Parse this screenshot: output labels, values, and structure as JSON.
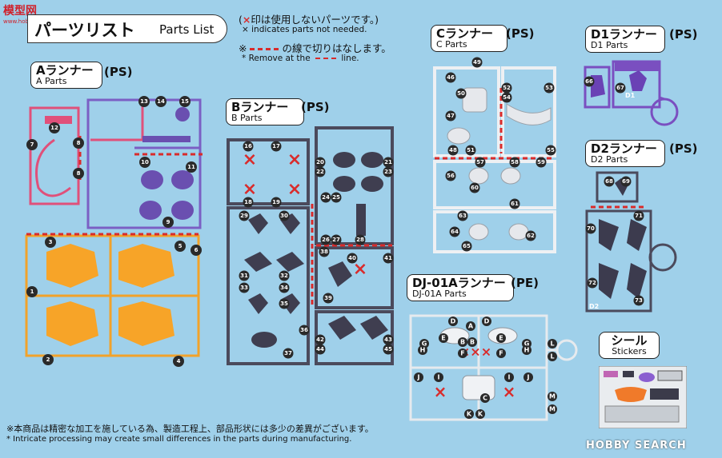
{
  "watermark": {
    "logo_cn": "模型网",
    "url": "www.hobbyshow.com.cn",
    "brand": "HOBBY SEARCH"
  },
  "header": {
    "title_jp": "パーツリスト",
    "title_en": "Parts List"
  },
  "notes": {
    "x_jp": "印は使用しないパーツです。",
    "x_en": "× indicates parts not needed.",
    "cut_jp": "の線で切りはなします。",
    "cut_en": "* Remove at the",
    "cut_en_tail": "line.",
    "footer_jp": "※本商品は精密な加工を施している為、製造工程上、部品形状には多少の差異がございます。",
    "footer_en": "* Intricate processing may create small differences in the parts during manufacturing."
  },
  "runners": {
    "A": {
      "jp": "Aランナー",
      "en": "A Parts",
      "type": "(PS)",
      "color": "#f5a623",
      "numbers": [
        "1",
        "2",
        "3",
        "4",
        "5",
        "6",
        "7",
        "8",
        "8",
        "9",
        "10",
        "11",
        "12",
        "13",
        "14",
        "15"
      ]
    },
    "B": {
      "jp": "Bランナー",
      "en": "B Parts",
      "type": "(PS)",
      "color": "#4b4a5c",
      "numbers": [
        "16",
        "17",
        "18",
        "19",
        "20",
        "21",
        "22",
        "23",
        "24",
        "25",
        "26",
        "27",
        "28",
        "29",
        "30",
        "31",
        "32",
        "33",
        "34",
        "35",
        "36",
        "37",
        "38",
        "39",
        "40",
        "41",
        "42",
        "43",
        "44",
        "45"
      ]
    },
    "C": {
      "jp": "Cランナー",
      "en": "C Parts",
      "type": "(PS)",
      "color": "#c8ccd4",
      "numbers": [
        "46",
        "47",
        "48",
        "49",
        "50",
        "51",
        "52",
        "53",
        "54",
        "55",
        "56",
        "57",
        "58",
        "59",
        "60",
        "61",
        "62",
        "63",
        "64",
        "65"
      ]
    },
    "D1": {
      "jp": "D1ランナー",
      "en": "D1 Parts",
      "type": "(PS)",
      "color": "#7a4fc0",
      "numbers": [
        "66",
        "67"
      ]
    },
    "D2": {
      "jp": "D2ランナー",
      "en": "D2 Parts",
      "type": "(PS)",
      "color": "#4b4a5c",
      "numbers": [
        "68",
        "69",
        "70",
        "71",
        "72",
        "73"
      ]
    },
    "DJ": {
      "jp": "DJ-01Aランナー",
      "en": "DJ-01A Parts",
      "type": "(PE)",
      "color": "#d6dbe2",
      "letters": [
        "A",
        "B",
        "B",
        "C",
        "D",
        "D",
        "E",
        "E",
        "F",
        "F",
        "G",
        "G",
        "H",
        "H",
        "I",
        "I",
        "J",
        "J",
        "K",
        "K",
        "L",
        "L",
        "M",
        "M"
      ]
    }
  },
  "stickers": {
    "jp": "シール",
    "en": "Stickers"
  },
  "colors": {
    "background": "#9fd0ea",
    "x_mark": "#d92b2b",
    "cut_line": "#d92b2b"
  }
}
